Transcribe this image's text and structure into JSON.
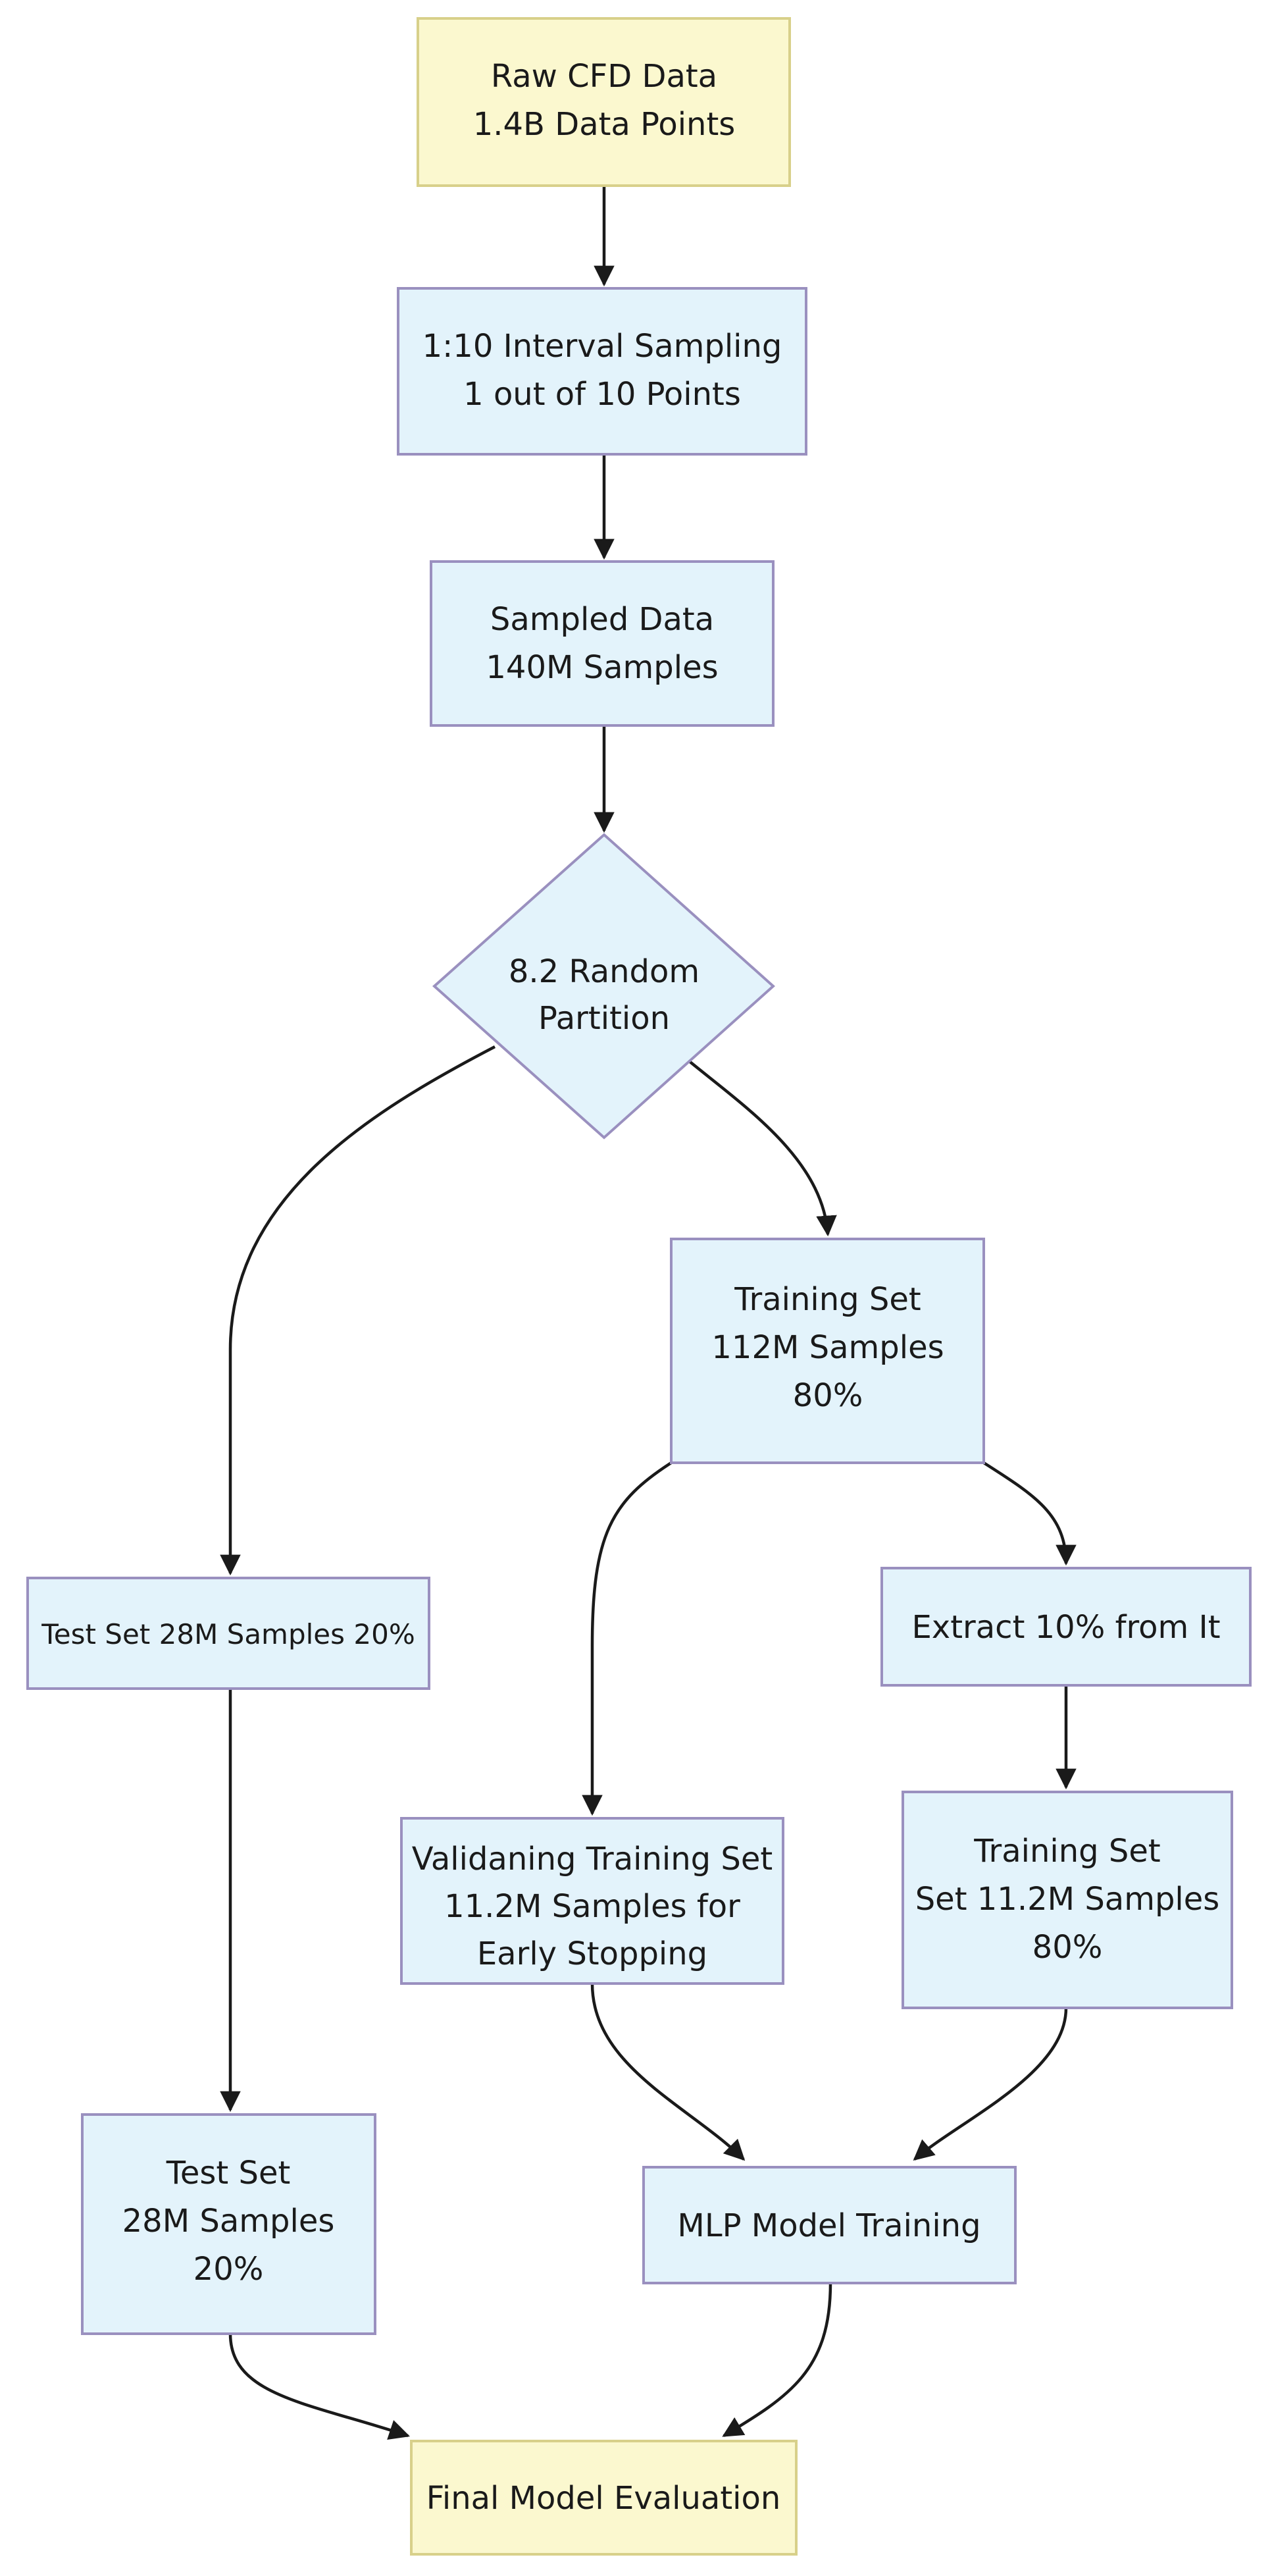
{
  "nodes": {
    "raw_data": {
      "lines": [
        "Raw CFD Data",
        "1.4B Data Points"
      ]
    },
    "interval_sampling": {
      "lines": [
        "1:10 Interval Sampling",
        "1 out of 10 Points"
      ]
    },
    "sampled_data": {
      "lines": [
        "Sampled Data",
        "140M Samples"
      ]
    },
    "random_partition": {
      "lines": [
        "8.2 Random",
        "Partition"
      ]
    },
    "training_set": {
      "lines": [
        "Training Set",
        "112M Samples",
        "80%"
      ]
    },
    "test_set_inline": {
      "lines": [
        "Test Set 28M Samples 20%"
      ]
    },
    "extract": {
      "lines": [
        "Extract 10% from It"
      ]
    },
    "validation_set": {
      "lines": [
        "Validaning Training Set",
        "11.2M Samples for",
        "Early Stopping"
      ]
    },
    "training_subset": {
      "lines": [
        "Training Set",
        "Set 11.2M Samples",
        "80%"
      ]
    },
    "test_set": {
      "lines": [
        "Test Set",
        "28M Samples",
        "20%"
      ]
    },
    "mlp_training": {
      "lines": [
        "MLP Model Training"
      ]
    },
    "final_evaluation": {
      "lines": [
        "Final Model Evaluation"
      ]
    }
  },
  "colors": {
    "process_fill": "#e3f3fb",
    "terminal_fill": "#fbf8cf",
    "border": "#9a90bf",
    "edge": "#1a1a1a"
  }
}
